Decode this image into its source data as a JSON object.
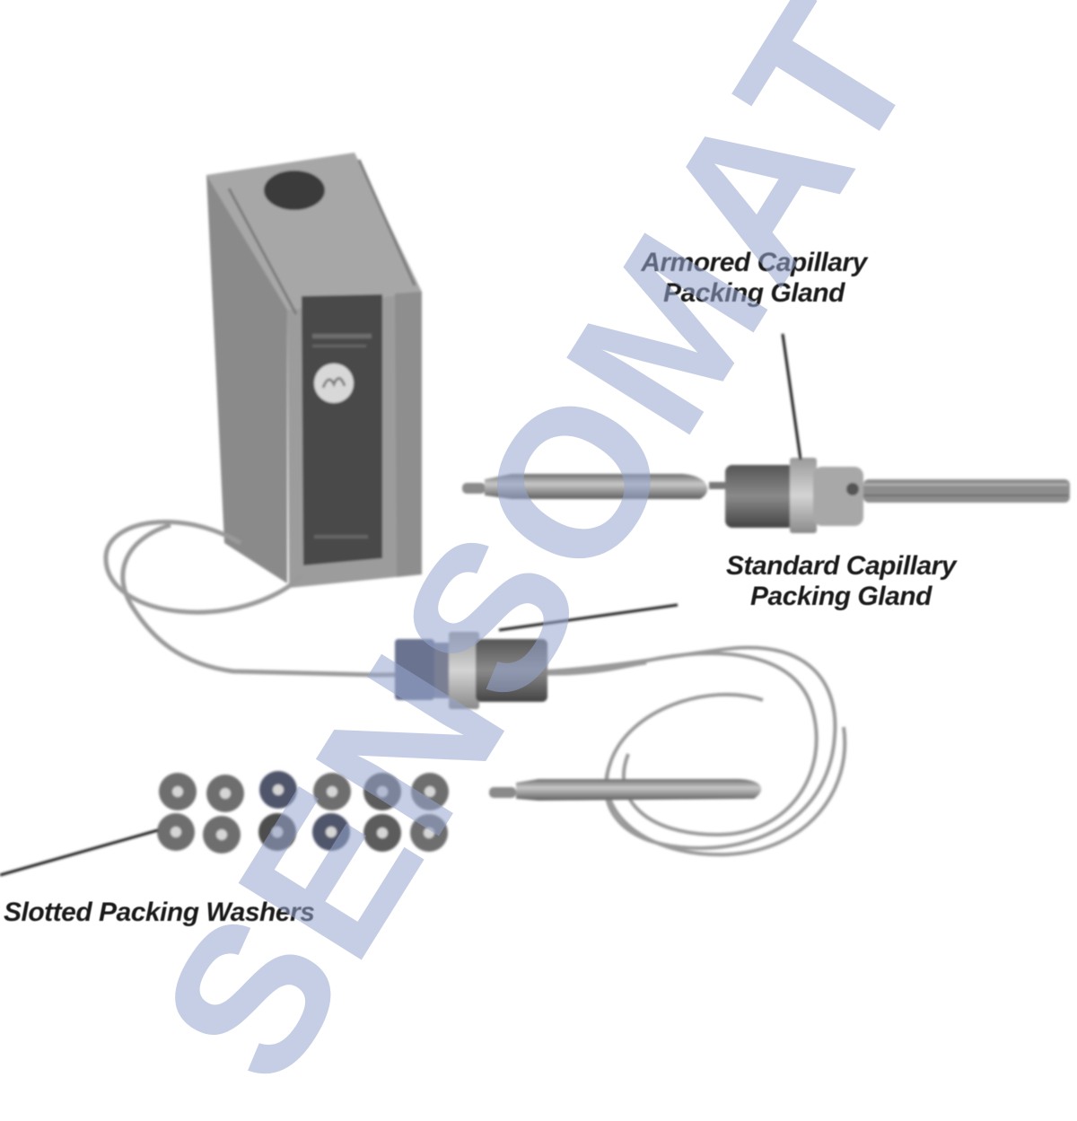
{
  "figure": {
    "subject": "Capillary thermostat with packing gland accessories",
    "components": [
      {
        "id": "controller-housing",
        "label": ""
      },
      {
        "id": "armored-capillary-packing-gland",
        "label": "Armored Capillary Packing Gland"
      },
      {
        "id": "standard-capillary-packing-gland",
        "label": "Standard Capillary Packing Gland"
      },
      {
        "id": "slotted-packing-washers",
        "label": "Slotted Packing Washers"
      }
    ]
  },
  "callouts": {
    "armored": {
      "line1": "Armored Capillary",
      "line2": "Packing Gland"
    },
    "standard": {
      "line1": "Standard Capillary",
      "line2": "Packing Gland"
    },
    "washers": {
      "line1": "Slotted Packing Washers"
    }
  },
  "watermark": {
    "text": "SENSOMAT",
    "color": "#96a5cd"
  },
  "washers": {
    "rows": 2,
    "per_row": 6,
    "count": 12
  },
  "colors": {
    "housing_side": "#8a8a8a",
    "housing_front": "#9a9a9a",
    "housing_top": "#a4a4a4",
    "label_panel": "#4a4a4a",
    "capillary": "#9b9b9b",
    "text": "#1a1a1a"
  }
}
